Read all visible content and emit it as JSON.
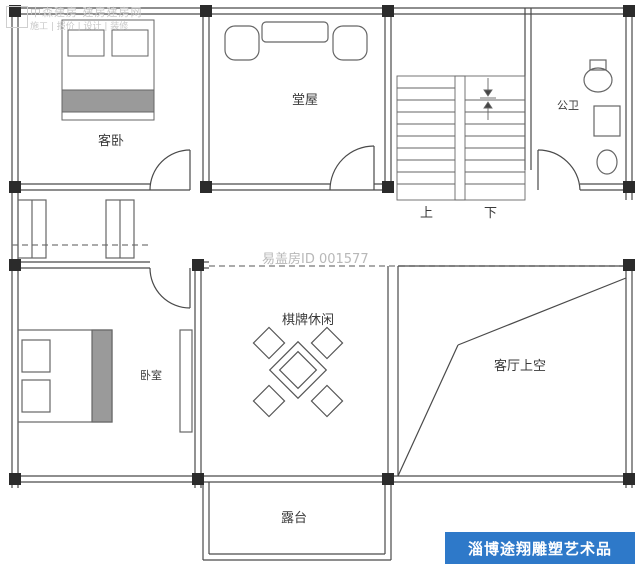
{
  "watermark": {
    "site_line": "中森建房 建房建房网",
    "sub_line": "施工 | 报价 | 设计 | 装修",
    "plan_id": "易盖房ID 001577"
  },
  "rooms": {
    "guest_bedroom": "客卧",
    "hall": "堂屋",
    "public_bath": "公卫",
    "stairs_up": "上",
    "stairs_down": "下",
    "bedroom": "卧室",
    "chess_room": "棋牌休闲",
    "living_void": "客厅上空",
    "terrace": "露台"
  },
  "brand": {
    "label": "淄博途翔雕塑艺术品"
  },
  "colors": {
    "wall": "#2b2b2b",
    "line": "#555555",
    "banner": "#2e79c9"
  }
}
